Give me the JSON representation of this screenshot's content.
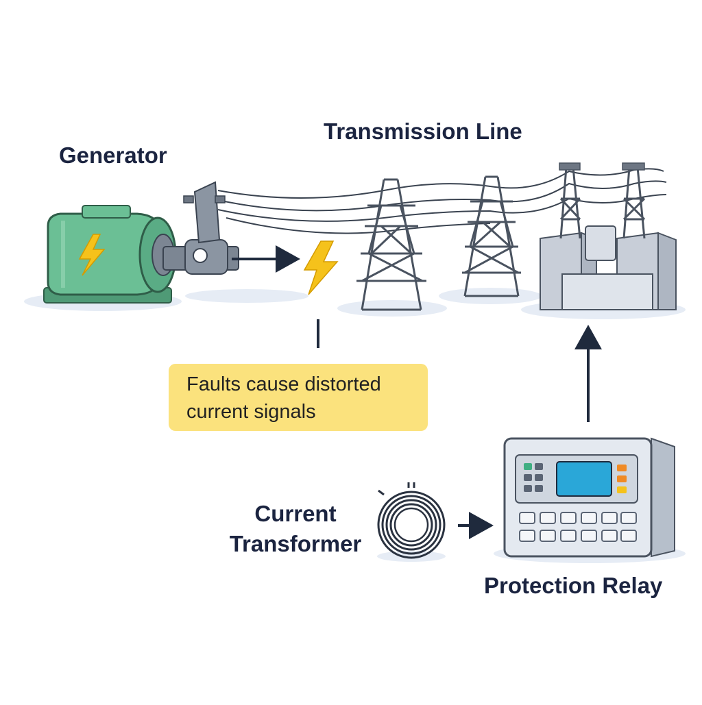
{
  "labels": {
    "generator": "Generator",
    "transmission_line": "Transmission Line",
    "current_transformer_line1": "Current",
    "current_transformer_line2": "Transformer",
    "protection_relay": "Protection Relay"
  },
  "note": {
    "line1": "Faults cause distorted",
    "line2": "current signals"
  },
  "colors": {
    "generator_body": "#6bbf95",
    "lightning": "#f5c21b",
    "note_background": "#fbe27d",
    "steel": "#6d7683",
    "arrow": "#1f2a3d",
    "relay_screen": "#2aa7d8"
  },
  "icons": [
    "lightning-bolt-icon",
    "generator-icon",
    "transmission-tower-icon",
    "substation-icon",
    "current-transformer-coil-icon",
    "protection-relay-icon"
  ]
}
